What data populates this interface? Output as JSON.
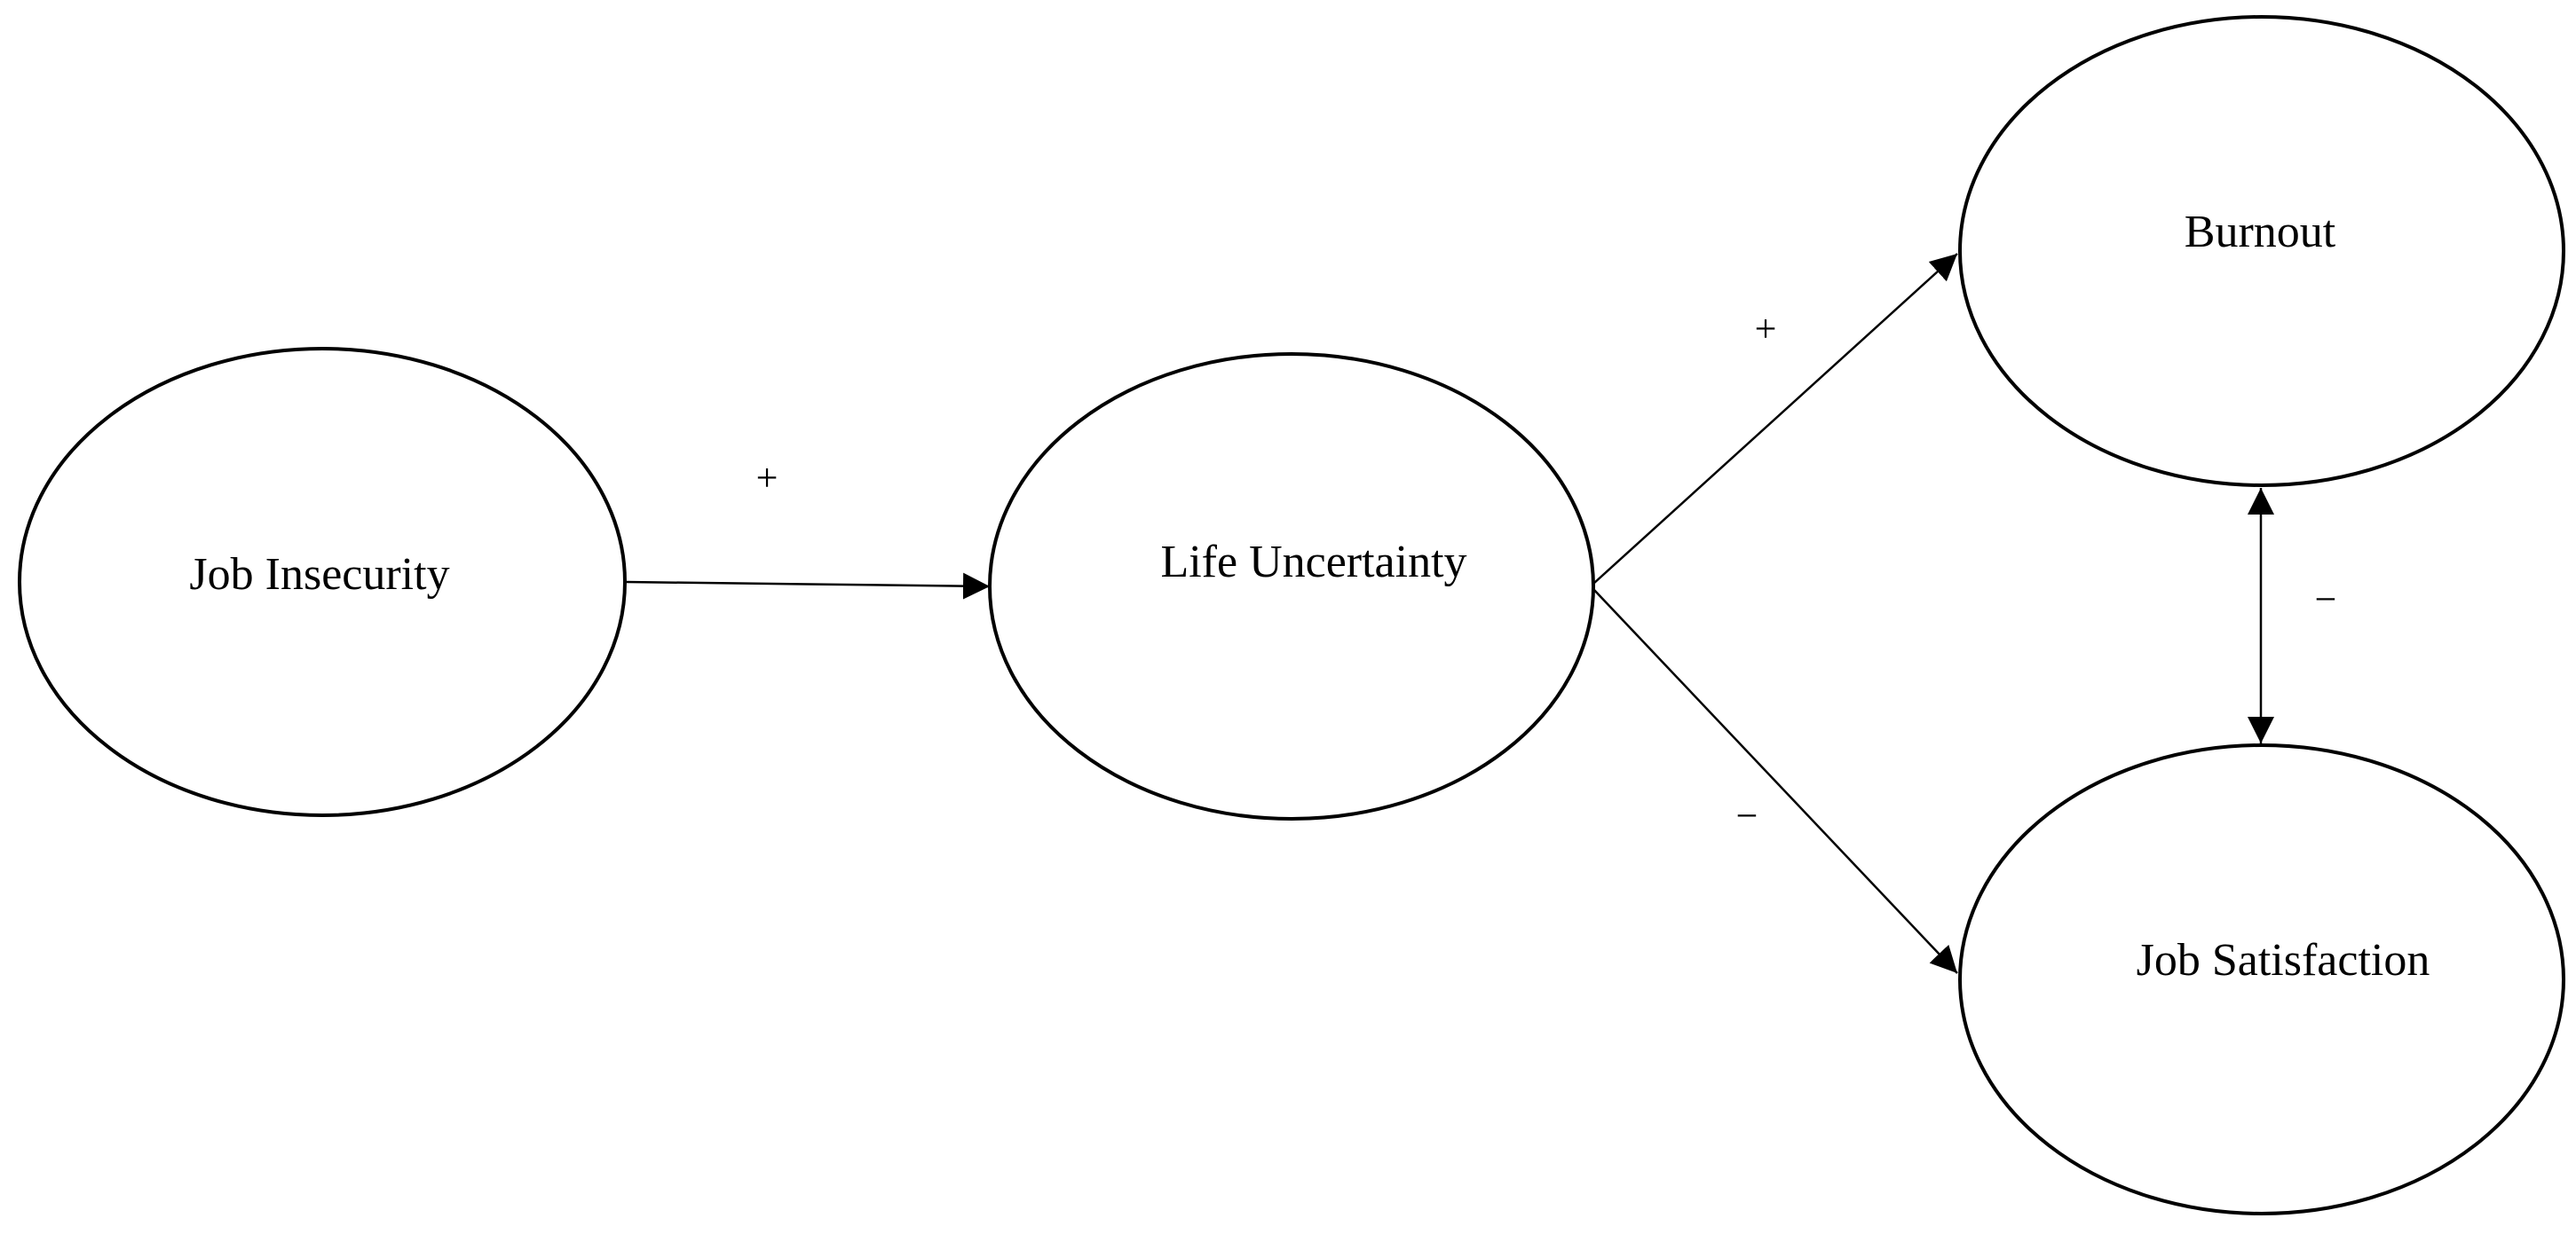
{
  "nodes": {
    "job_insecurity": {
      "label": "Job Insecurity"
    },
    "life_uncertainty": {
      "label": "Life Uncertainty"
    },
    "burnout": {
      "label": "Burnout"
    },
    "job_satisfaction": {
      "label": "Job Satisfaction"
    }
  },
  "edges": {
    "insecurity_to_uncertainty": {
      "from": "Job Insecurity",
      "to": "Life Uncertainty",
      "sign": "+"
    },
    "uncertainty_to_burnout": {
      "from": "Life Uncertainty",
      "to": "Burnout",
      "sign": "+"
    },
    "uncertainty_to_satisfaction": {
      "from": "Life Uncertainty",
      "to": "Job Satisfaction",
      "sign": "−"
    },
    "burnout_satisfaction": {
      "from": "Burnout",
      "to": "Job Satisfaction",
      "sign": "−",
      "bidirectional": true
    }
  },
  "colors": {
    "stroke": "#000000",
    "background": "#ffffff"
  }
}
